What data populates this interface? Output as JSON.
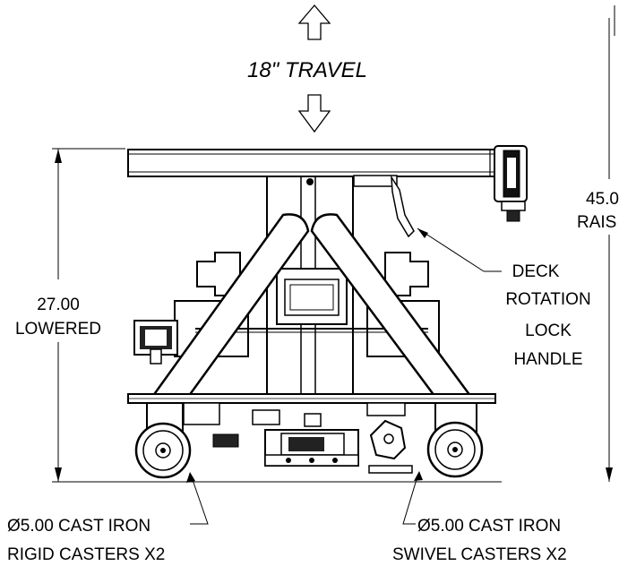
{
  "drawing": {
    "travel_label": "18\" TRAVEL",
    "lowered_value": "27.00",
    "lowered_label": "LOWERED",
    "raised_value": "45.0",
    "raised_label": "RAIS",
    "deck_lock_lines": [
      "DECK",
      "ROTATION",
      "LOCK",
      "HANDLE"
    ],
    "rigid_casters_line1": "Ø5.00 CAST IRON",
    "rigid_casters_line2": "RIGID CASTERS X2",
    "swivel_casters_line1": "Ø5.00 CAST IRON",
    "swivel_casters_line2": "SWIVEL CASTERS X2"
  }
}
